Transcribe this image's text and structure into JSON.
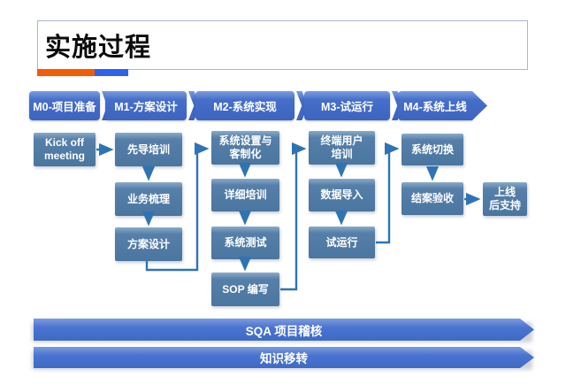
{
  "title": {
    "text": "实施过程"
  },
  "colors": {
    "accent_orange": "#f25c05",
    "accent_blue": "#2f63eb",
    "phase_blue": "#3c64c0",
    "node_blue": "#4a769f",
    "band_blue": "#3e6ac8",
    "connector_blue": "#2e74b5",
    "title_border": "#a9b7ce"
  },
  "phases": [
    {
      "id": "m0",
      "label": "M0-项目准备"
    },
    {
      "id": "m1",
      "label": "M1-方案设计"
    },
    {
      "id": "m2",
      "label": "M2-系统实现"
    },
    {
      "id": "m3",
      "label": "M3-试运行"
    },
    {
      "id": "m4",
      "label": "M4-系统上线"
    }
  ],
  "nodes": [
    {
      "id": "kick-off-meeting",
      "phase": "M0",
      "lines": [
        "Kick off",
        "meeting"
      ]
    },
    {
      "id": "pilot-training",
      "phase": "M1",
      "lines": [
        "先导培训"
      ]
    },
    {
      "id": "business-analysis",
      "phase": "M1",
      "lines": [
        "业务梳理"
      ]
    },
    {
      "id": "solution-design",
      "phase": "M1",
      "lines": [
        "方案设计"
      ]
    },
    {
      "id": "system-setup-customization",
      "phase": "M2",
      "lines": [
        "系统设置与",
        "客制化"
      ]
    },
    {
      "id": "detailed-training",
      "phase": "M2",
      "lines": [
        "详细培训"
      ]
    },
    {
      "id": "system-testing",
      "phase": "M2",
      "lines": [
        "系统测试"
      ]
    },
    {
      "id": "sop-writing",
      "phase": "M2",
      "lines": [
        "SOP 编写"
      ]
    },
    {
      "id": "end-user-training",
      "phase": "M3",
      "lines": [
        "终端用户",
        "培训"
      ]
    },
    {
      "id": "data-import",
      "phase": "M3",
      "lines": [
        "数据导入"
      ]
    },
    {
      "id": "trial-run",
      "phase": "M3",
      "lines": [
        "试运行"
      ]
    },
    {
      "id": "system-cutover",
      "phase": "M4",
      "lines": [
        "系统切换"
      ]
    },
    {
      "id": "closing-acceptance",
      "phase": "M4",
      "lines": [
        "结案验收"
      ]
    },
    {
      "id": "post-golive-support",
      "phase": "M4",
      "lines": [
        "上线",
        "后支持"
      ]
    }
  ],
  "bands": [
    {
      "id": "sqa-audit",
      "label": "SQA 项目稽核"
    },
    {
      "id": "knowledge-transfer",
      "label": "知识移转"
    }
  ]
}
